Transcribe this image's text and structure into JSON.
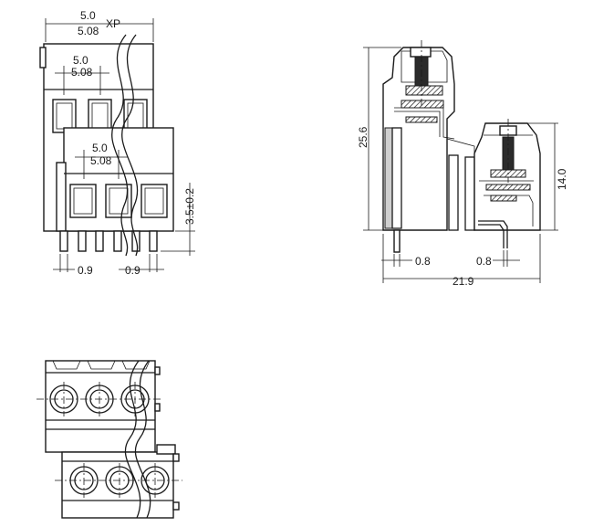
{
  "front_view": {
    "pitch_top": "5.0",
    "pitch_top_alt": "5.08",
    "pitch_label": "XP",
    "pitch_mid": "5.0",
    "pitch_mid_alt": "5.08",
    "pitch_low": "5.0",
    "pitch_low_alt": "5.08",
    "pin_height": "3.5±0.2",
    "pin_width_left": "0.9",
    "pin_width_right": "0.9"
  },
  "side_view": {
    "total_height": "25.6",
    "plug_height": "14.0",
    "pin_left": "0.8",
    "pin_right": "0.8",
    "total_depth": "21.9"
  }
}
